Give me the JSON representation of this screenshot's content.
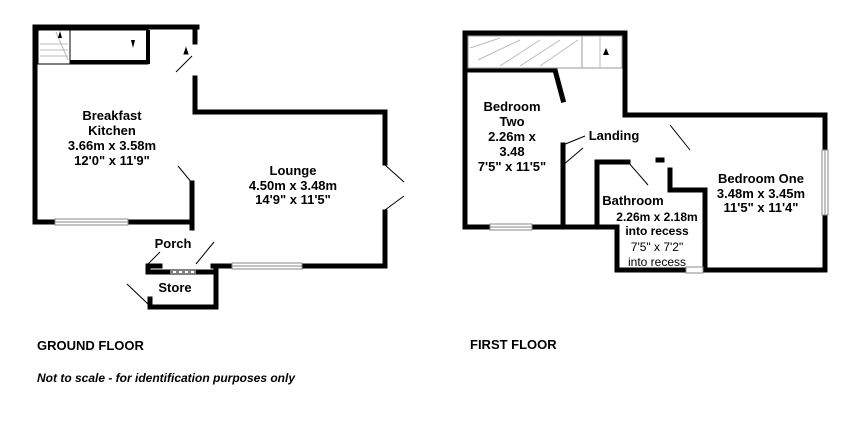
{
  "ground_floor": {
    "title": "GROUND FLOOR",
    "rooms": [
      {
        "name": "Breakfast Kitchen",
        "lines": [
          "Breakfast",
          "Kitchen",
          "3.66m x 3.58m",
          "12'0\" x 11'9\""
        ]
      },
      {
        "name": "Lounge",
        "lines": [
          "Lounge",
          "4.50m x 3.48m",
          "14'9\" x 11'5\""
        ]
      },
      {
        "name": "Porch",
        "lines": [
          "Porch"
        ]
      },
      {
        "name": "Store",
        "lines": [
          "Store"
        ]
      }
    ]
  },
  "first_floor": {
    "title": "FIRST FLOOR",
    "rooms": [
      {
        "name": "Bedroom Two",
        "lines": [
          "Bedroom",
          "Two",
          "2.26m x",
          "3.48",
          "7'5\" x 11'5\""
        ]
      },
      {
        "name": "Landing",
        "lines": [
          "Landing"
        ]
      },
      {
        "name": "Bathroom",
        "lines": [
          "Bathroom",
          "2.26m x 2.18m",
          "into recess",
          "7'5\" x 7'2\"",
          "into recess"
        ]
      },
      {
        "name": "Bedroom One",
        "lines": [
          "Bedroom One",
          "3.48m x 3.45m",
          "11'5\" x 11'4\""
        ]
      }
    ]
  },
  "disclaimer": "Not to scale - for identification purposes only"
}
